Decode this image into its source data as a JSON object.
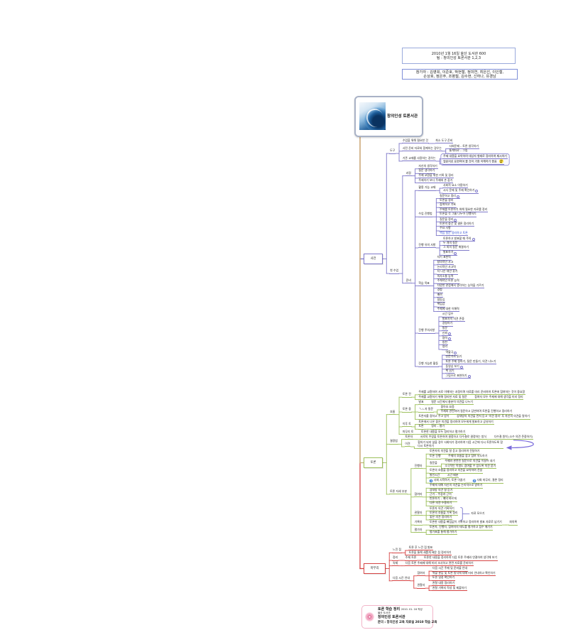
{
  "header": {
    "date_line": "2010년 1월 16일 울산 도서관 600",
    "team_line": "팀 : 창의인성 토론서관 1,2,3",
    "participants_line1": "참가자 : 김영희, 이준호, 박현철, 정미연, 최은선, 이인철,",
    "participants_line2": "손상호, 정은주, 조병철, 김수현, 신하나, 유경남"
  },
  "root": {
    "label": "창의인성 토론서관",
    "image": "wave-image"
  },
  "colors": {
    "spine": "#c6b27a",
    "boundary": "#8d8ad2",
    "summary": "#7b78cf",
    "relationship": "#7a6bdb",
    "title_border": "#9aaadc",
    "title_border_alt": "#7f8fd8",
    "root_border": "#a9b2c6",
    "legend_border": "#f2b5c9",
    "link_text": "#2f4fd3",
    "marker": "#3b7dd8"
  },
  "mindmap": {
    "branches": [
      {
        "label": "사전",
        "color": "#7f79c9",
        "children": [
          {
            "label": "도구",
            "children": [
              {
                "label": "수업을 위해 필요한 것",
                "children": [
                  {
                    "label": "최소 도구 준비"
                  }
                ]
              },
              {
                "label": "사전 준비 자료와 함께하는 경우는",
                "children": [
                  {
                    "label": "사회문제 – 토론 생각하기"
                  },
                  {
                    "label": "통계자료 – 그림"
                  }
                ]
              },
              {
                "label": "기존 교재를 사용하는 경우는",
                "boundary": true,
                "children": [
                  {
                    "label": "주제 내용을 요약하여 대상자 형태로 정리하여 제시하기"
                  },
                  {
                    "label": "질문지로 표현하여 볼 것이 가장 이해하기 좋음",
                    "icon": "smiley"
                  }
                ]
              }
            ]
          },
          {
            "label": "첫 수업",
            "children": [
              {
                "label": "과정",
                "children": [
                  {
                    "label": "자신의 생각하기"
                  },
                  {
                    "label": "질문 생각하기"
                  },
                  {
                    "label": "주제 교환을 위한 기록 및 정리"
                  },
                  {
                    "label": "주제이기 보다 주제에 손 잡기"
                  }
                ]
              },
              {
                "label": "준비",
                "children": [
                  {
                    "label": "활용 가능 교재",
                    "children": [
                      {
                        "label": "사회적 요소 이용하기"
                      },
                      {
                        "label": "시사 문제 및 주제 확인하기",
                        "note": true
                      }
                    ]
                  },
                  {
                    "label": "수업 진행법",
                    "children": [
                      {
                        "label": "질문하고 정리",
                        "note": true
                      },
                      {
                        "label": "토론을 정리"
                      },
                      {
                        "label": "참여하고 기록"
                      },
                      {
                        "label": "주제를 토론하기 위해 필요한 자료를 정리"
                      },
                      {
                        "label": "토론을 각 그룹 나누어 진행하기"
                      },
                      {
                        "label": "질문을 정리",
                        "note": true
                      },
                      {
                        "label": "토론의 중간 및 결론 정리하기"
                      },
                      {
                        "label": "주요 사항"
                      },
                      {
                        "label": "핵심 질문 정리하고 토론",
                        "link": true
                      }
                    ]
                  },
                  {
                    "label": "진행 유의 사항",
                    "children": [
                      {
                        "label": "토론하고 발표할 때 주의",
                        "note": true
                      },
                      {
                        "label": "두 개의 질문"
                      },
                      {
                        "label": "그 외의 질문 해결하기"
                      },
                      {
                        "label": "발표하기",
                        "note": true
                      }
                    ]
                  },
                  {
                    "label": "학습 목표",
                    "children": [
                      {
                        "label": "자기 표현력"
                      },
                      {
                        "label": "창의적인 사고"
                      },
                      {
                        "label": "논리적인 사고력"
                      },
                      {
                        "label": "더 나은 대안 찾기"
                      },
                      {
                        "label": "의사소통 능력"
                      },
                      {
                        "label": "주체적인 토론 능력"
                      },
                      {
                        "label": "다양한 관점에서 생각하는 능력을 기르기"
                      },
                      {
                        "label": "경청"
                      },
                      {
                        "label": "배려"
                      },
                      {
                        "label": "협동심"
                      },
                      {
                        "label": "책임감"
                      },
                      {
                        "label": "주제에 대한 이해력"
                      }
                    ]
                  },
                  {
                    "label": "진행 주의사항",
                    "children": [
                      {
                        "label": "시간 엄수"
                      },
                      {
                        "label": "발표자의 의견 존중"
                      },
                      {
                        "label": "경청하기"
                      },
                      {
                        "label": "질문"
                      },
                      {
                        "label": "신뢰",
                        "note": true
                      },
                      {
                        "label": "협력",
                        "note": true
                      },
                      {
                        "label": "칭찬"
                      },
                      {
                        "label": "정리"
                      }
                    ]
                  },
                  {
                    "label": "진행 가능한 활동",
                    "children": [
                      {
                        "label": "역할극",
                        "note": true
                      },
                      {
                        "label": "신문기사 읽기"
                      },
                      {
                        "label": "토론 주제 정하기, 질문 만들기, 의견 나누기"
                      },
                      {
                        "label": "동영상 보기",
                        "note": true
                      },
                      {
                        "label": "책 읽기"
                      },
                      {
                        "label": "그림으로 표현하기",
                        "note": true
                      }
                    ]
                  }
                ]
              }
            ]
          }
        ]
      },
      {
        "label": "토론",
        "color": "#9dc05c",
        "children": [
          {
            "label": "흐름",
            "children": [
              {
                "label": "토론 전",
                "children": [
                  {
                    "label": "주제를 교환하여 서로 이해하는 과정이며 자료를 미리 준비하여 토론에 참여하는 것이 중요함"
                  },
                  {
                    "label": "주제를 교환하기 위해 정리한 자료 및 질문",
                    "children": [
                      {
                        "label": "참여자 모두 주제에 대해 생각을 미리 정리"
                      }
                    ]
                  }
                ]
              },
              {
                "label": "토론 중",
                "children": [
                  {
                    "label": "발표",
                    "children": [
                      {
                        "label": "질문 시간에서 충분히 의견을 나누기"
                      }
                    ]
                  },
                  {
                    "label": "ㄱ-ㄴ자 질문",
                    "children": [
                      {
                        "label": "좋아요 요즘"
                      },
                      {
                        "label": "주제와 관련하여 질문하고 답변하며 토론을 진행하고 정리하기"
                      }
                    ]
                  },
                  {
                    "label": "토론자를 정하고 주고 받기",
                    "children": [
                      {
                        "label": "상대방의 의견을 먼저 듣고 '의견 정리' 후 자신의 의견을 말하기"
                      }
                    ]
                  }
                ]
              },
              {
                "label": "이후 토",
                "children": [
                  {
                    "label": "토론에서 나온 좋은 의견을 정리하여 모두에게 발표하고 공유하기"
                  },
                  {
                    "label": "토론",
                    "children": [
                      {
                        "label": "정리 – 평가"
                      }
                    ]
                  }
                ]
              },
              {
                "label": "마무리 토",
                "children": [
                  {
                    "label": "토론한 내용을 모두 정리하고 평가하기"
                  }
                ]
              }
            ]
          },
          {
            "label": "결정법",
            "children": [
              {
                "label": "토론자",
                "children": [
                  {
                    "label": "서로의 주장을 토론하여 결정하고 다수결로 결정하는 방식",
                    "children": [
                      {
                        "label": "다수결 원칙 (소수 의견 존중하기)",
                        "relationship": "source"
                      }
                    ]
                  }
                ]
              },
              {
                "label": "이견",
                "children": [
                  {
                    "label": "합의가 되지 않을 경우 사회자가 정리하여 다음 시간에 다시 토론하도록 함\n다시 토론하기",
                    "relationship": "target"
                  }
                ]
              }
            ]
          },
          {
            "label": "토론 자세 부분",
            "children": [
              {
                "label": "진행자",
                "children": [
                  {
                    "label": "토론자의 의견을 잘 듣고 정리하여 전달하기"
                  },
                  {
                    "label": "토론 진행",
                    "children": [
                      {
                        "label": "주제의 흐름을 잡고 참여 유도하기"
                      }
                    ]
                  },
                  {
                    "label": "질문을",
                    "children": [
                      {
                        "label": "주제와 관련된 질문으로 의견을 이끌어 내기"
                      },
                      {
                        "label": "소극적인 학생도 참여할 수 있도록 의견 묻기"
                      }
                    ]
                  },
                  {
                    "label": "토론의 흐름을 정리하고 의견을 요약하여 전달"
                  },
                  {
                    "label": "발언시간",
                    "children": [
                      {
                        "label": "시간 배분"
                      }
                    ]
                  },
                  {
                    "label": "사회 시작하기, 토론 이끌기",
                    "marker": "1",
                    "children": [
                      {
                        "label": "사회 마무리, 결론 정리",
                        "marker": "2"
                      }
                    ]
                  }
                ]
              },
              {
                "label": "참여자",
                "children": [
                  {
                    "label": "주제에 대해 자신의 의견을 논리적으로 말하기"
                  },
                  {
                    "label": "상대방 의견 잘 듣기"
                  },
                  {
                    "label": "근거 – 주장과 근거"
                  },
                  {
                    "label": "반론하기 – 예의 바르게"
                  },
                  {
                    "label": "다른 의견 수용하기"
                  }
                ]
              },
              {
                "label": "관찰자",
                "summary": "자료 모으기",
                "children": [
                  {
                    "label": "토론자 의견 기록하기"
                  },
                  {
                    "label": "토론의 흐름을 기록 정리"
                  },
                  {
                    "label": "좋은 의견 정리하기"
                  }
                ]
              },
              {
                "label": "기록자",
                "children": [
                  {
                    "label": "토론한 내용을 빠짐없이 기록하고 정리하여 발표 자료로 남기기",
                    "children": [
                      {
                        "label": "회의록"
                      }
                    ]
                  }
                ]
              },
              {
                "label": "평가자",
                "children": [
                  {
                    "label": "토론자, 진행자, 참여자의 태도를 평가하고 점수 매기기"
                  },
                  {
                    "label": "평가표를 통해 평가하기"
                  }
                ]
              }
            ]
          }
        ]
      },
      {
        "label": "마무리",
        "color": "#d64545",
        "children": [
          {
            "label": "느낀 점",
            "children": [
              {
                "label": "토론 후 느낀 점 발표"
              },
              {
                "label": "토론을 통해 새롭게 배운 점 정리하기"
              }
            ]
          },
          {
            "label": "정리",
            "children": [
              {
                "label": "주제 토론",
                "children": [
                  {
                    "label": "토론한 내용을 정리하여 다음 토론 주제와 연결하여 생각해 보기"
                  }
                ]
              }
            ]
          },
          {
            "label": "숙제",
            "children": [
              {
                "label": "다음 토론 주제에 대해 미리 조사하고 관련 자료를 준비하기"
              }
            ]
          },
          {
            "label": "다음 시간 안내",
            "children": [
              {
                "label": "참여자",
                "children": [
                  {
                    "label": "다음 시간 주제 및 준비물 안내"
                  },
                  {
                    "label": "역할 분담 및 토론 방식에 대해 미리 안내하고 확인하기"
                  },
                  {
                    "label": "토론 일정 확인하기"
                  }
                ]
              },
              {
                "label": "관찰자",
                "children": [
                  {
                    "label": "관찰 내용 정리하기"
                  },
                  {
                    "label": "관찰 기록지 작성 및 제출하기"
                  }
                ]
              }
            ]
          }
        ]
      }
    ]
  },
  "legend": {
    "icon": "flower-icon",
    "title": "토론 학습 정리",
    "title_note": "2010. 01. 16 작성",
    "organization": "울산 도서관",
    "team": "창의인성 토론서관",
    "contact": "문의 : 창의인성 교육 자료실 2010 학습 교육"
  }
}
